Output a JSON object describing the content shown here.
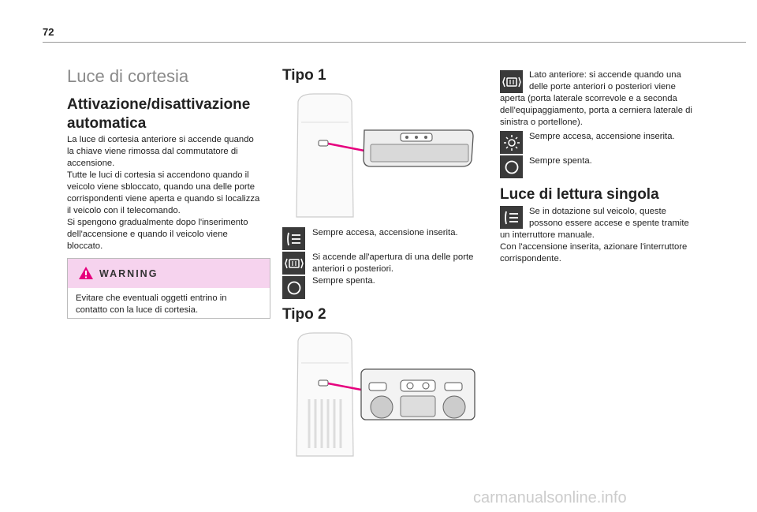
{
  "page_number": "72",
  "col1": {
    "title": "Luce di cortesia",
    "subtitle_line1": "Attivazione/disattivazione",
    "subtitle_line2": "automatica",
    "para": [
      "La luce di cortesia anteriore si accende quando",
      "la chiave viene rimossa dal commutatore di",
      "accensione.",
      "Tutte le luci di cortesia si accendono quando il",
      "veicolo viene sbloccato, quando una delle porte",
      "corrispondenti viene aperta e quando si localizza",
      "il veicolo con il telecomando.",
      "Si spengono gradualmente dopo l'inserimento",
      "dell'accensione e quando il veicolo viene",
      "bloccato."
    ],
    "warning": {
      "label": "WARNING",
      "text_line1": "Evitare che eventuali oggetti entrino in",
      "text_line2": "contatto con la luce di cortesia."
    }
  },
  "col2": {
    "tipo1": "Tipo 1",
    "tipo2": "Tipo 2",
    "items": [
      {
        "icon": "dome-light-lines-icon",
        "lines": [
          "Sempre accesa, accensione inserita."
        ]
      },
      {
        "icon": "door-light-icon",
        "lines": [
          "Si accende all'apertura di una delle porte",
          "anteriori o posteriori.",
          "Sempre spenta."
        ]
      },
      {
        "icon": "circle-off-icon",
        "lines": []
      }
    ]
  },
  "col3": {
    "item1_lines": [
      "Lato anteriore: si accende quando una",
      "delle porte anteriori o posteriori viene"
    ],
    "item1_cont": [
      "aperta (porta laterale scorrevole e a seconda",
      "dell'equipaggiamento, porta a cerniera laterale di",
      "sinistra o portellone)."
    ],
    "item2": "Sempre accesa, accensione inserita.",
    "item3": "Sempre spenta.",
    "section": "Luce di lettura singola",
    "item4_lines": [
      "Se in dotazione sul veicolo, queste",
      "possono essere accese e spente tramite"
    ],
    "item4_cont": [
      "un interruttore manuale.",
      "Con l'accensione inserita, azionare l'interruttore",
      "corrispondente."
    ]
  },
  "footer": "carmanualsonline.info",
  "colors": {
    "accent_pink": "#e6007e",
    "warning_bg": "#f6d3ee",
    "icon_bg": "#3a3a3a"
  }
}
